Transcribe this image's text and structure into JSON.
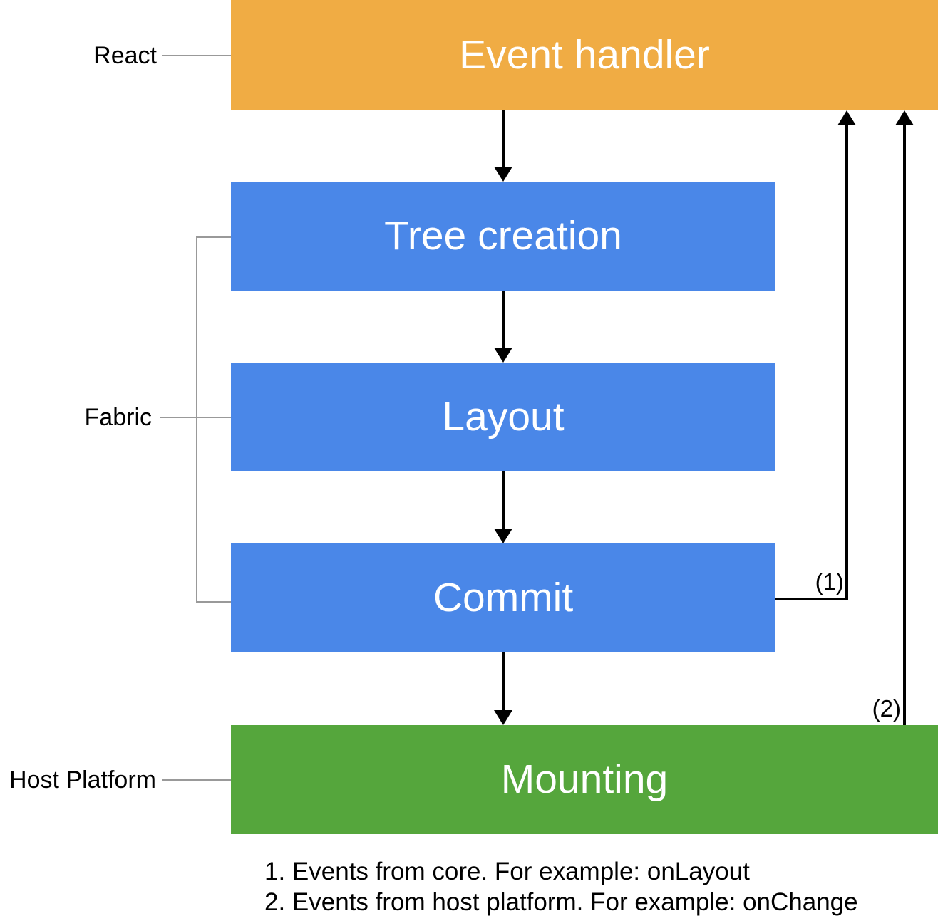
{
  "colors": {
    "orange": "#F0AC44",
    "blue": "#4A87E8",
    "green": "#55A63C",
    "line_gray": "#999999",
    "arrow_black": "#000000"
  },
  "groups": [
    {
      "id": "react",
      "label": "React"
    },
    {
      "id": "fabric",
      "label": "Fabric"
    },
    {
      "id": "host-platform",
      "label": "Host Platform"
    }
  ],
  "boxes": [
    {
      "id": "event-handler",
      "label": "Event handler",
      "group": "React",
      "color": "orange"
    },
    {
      "id": "tree-creation",
      "label": "Tree creation",
      "group": "Fabric",
      "color": "blue"
    },
    {
      "id": "layout",
      "label": "Layout",
      "group": "Fabric",
      "color": "blue"
    },
    {
      "id": "commit",
      "label": "Commit",
      "group": "Fabric",
      "color": "blue"
    },
    {
      "id": "mounting",
      "label": "Mounting",
      "group": "Host Platform",
      "color": "green"
    }
  ],
  "flow": [
    "Event handler -> Tree creation",
    "Tree creation -> Layout",
    "Layout -> Commit",
    "Commit -> Mounting"
  ],
  "feedback_arrows": [
    {
      "label": "(1)",
      "from": "Commit",
      "to": "Event handler"
    },
    {
      "label": "(2)",
      "from": "Mounting",
      "to": "Event handler"
    }
  ],
  "footnotes": [
    "1. Events from core. For example: onLayout",
    "2. Events from host platform. For example: onChange"
  ]
}
